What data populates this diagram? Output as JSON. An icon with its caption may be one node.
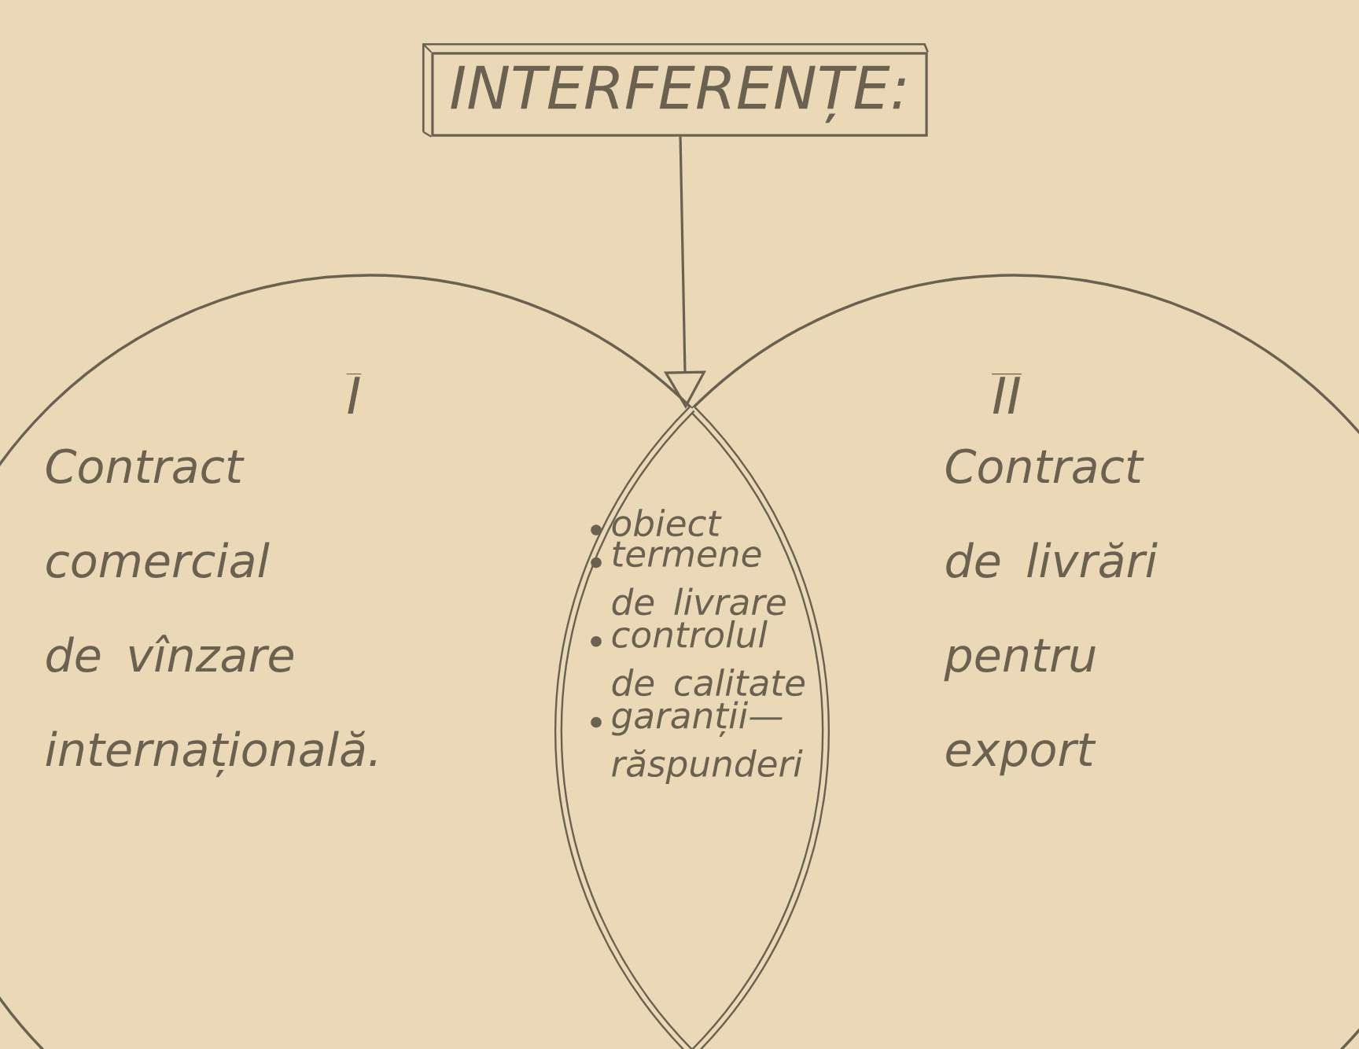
{
  "diagram": {
    "nodes": [
      {
        "text": [
          "INTERFERENȚE:"
        ]
      },
      {
        "text": [
          "I",
          "Contract comercial de vînzare internațională."
        ]
      },
      {
        "text": [
          "II",
          "Contract de livrări pentru export"
        ]
      },
      {
        "text": [
          "obiect",
          "termene de livrare",
          "controlul de calitate",
          "garanții— răspunderi"
        ]
      }
    ],
    "edges": [
      {
        "from": 0,
        "to": 3,
        "arrow": "to"
      }
    ]
  }
}
